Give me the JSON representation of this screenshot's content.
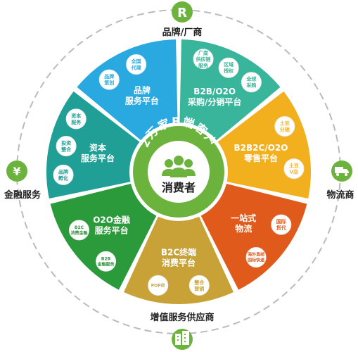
{
  "center": {
    "arc_text": "2万家B端客户",
    "label": "消费者",
    "color": "#6cb33e",
    "icon": "people-icon"
  },
  "segments": [
    {
      "id": "brand",
      "lines": [
        "品牌",
        "服务平台"
      ],
      "color": "#2aa9e0",
      "bubbles": [
        {
          "lines": [
            "品牌",
            "策划"
          ]
        },
        {
          "lines": [
            "全国",
            "代理"
          ]
        }
      ]
    },
    {
      "id": "b2b",
      "lines": [
        "B2B/O2O",
        "采购/分销平台"
      ],
      "color": "#38b59a",
      "bubbles": [
        {
          "lines": [
            "广度",
            "供应链",
            "服务"
          ]
        },
        {
          "lines": [
            "区域",
            "授权"
          ]
        },
        {
          "lines": [
            "全球",
            "采购"
          ]
        }
      ]
    },
    {
      "id": "b2b2c",
      "lines": [
        "B2B2C/O2O",
        "零售平台"
      ],
      "color": "#f2b01e",
      "bubbles": [
        {
          "lines": [
            "土豆",
            "分销"
          ]
        },
        {
          "lines": [
            "土豆",
            "V店"
          ]
        }
      ]
    },
    {
      "id": "logistics",
      "lines": [
        "一站式",
        "物流"
      ],
      "color": "#e05a1b",
      "bubbles": [
        {
          "lines": [
            "国际",
            "货代"
          ]
        },
        {
          "lines": [
            "海外直邮",
            "国际快递"
          ]
        }
      ]
    },
    {
      "id": "b2c",
      "lines": [
        "B2C终端",
        "消费平台"
      ],
      "color": "#c9a237",
      "bubbles": [
        {
          "lines": [
            "整合",
            "营销"
          ]
        },
        {
          "lines": [
            "POP店"
          ]
        }
      ]
    },
    {
      "id": "finance",
      "lines": [
        "O2O金融",
        "服务平台"
      ],
      "color": "#2a9a3a",
      "bubbles": [
        {
          "lines": [
            "B2B",
            "金融服务"
          ]
        },
        {
          "lines": [
            "B2C",
            "消费金融"
          ]
        }
      ]
    },
    {
      "id": "capital",
      "lines": [
        "资本",
        "服务平台"
      ],
      "color": "#1f9f95",
      "bubbles": [
        {
          "lines": [
            "品牌",
            "孵化"
          ]
        },
        {
          "lines": [
            "投资",
            "整合"
          ]
        },
        {
          "lines": [
            "资本",
            "服务"
          ]
        }
      ]
    }
  ],
  "outer_nodes": {
    "top": {
      "label": "品牌/厂商",
      "icon": "registered-trademark-icon",
      "symbol": "R",
      "color": "#6cb33e"
    },
    "right": {
      "label": "物流商",
      "icon": "truck-icon",
      "color": "#6cb33e"
    },
    "bottom": {
      "label": "增值服务供应商",
      "icon": "buildings-icon",
      "color": "#6cb33e"
    },
    "left": {
      "label": "金融服务",
      "icon": "yen-icon",
      "symbol": "¥",
      "color": "#6cb33e"
    }
  },
  "colors": {
    "dashed_ring": "#bbbbbb",
    "bubble_text": "#555555"
  }
}
